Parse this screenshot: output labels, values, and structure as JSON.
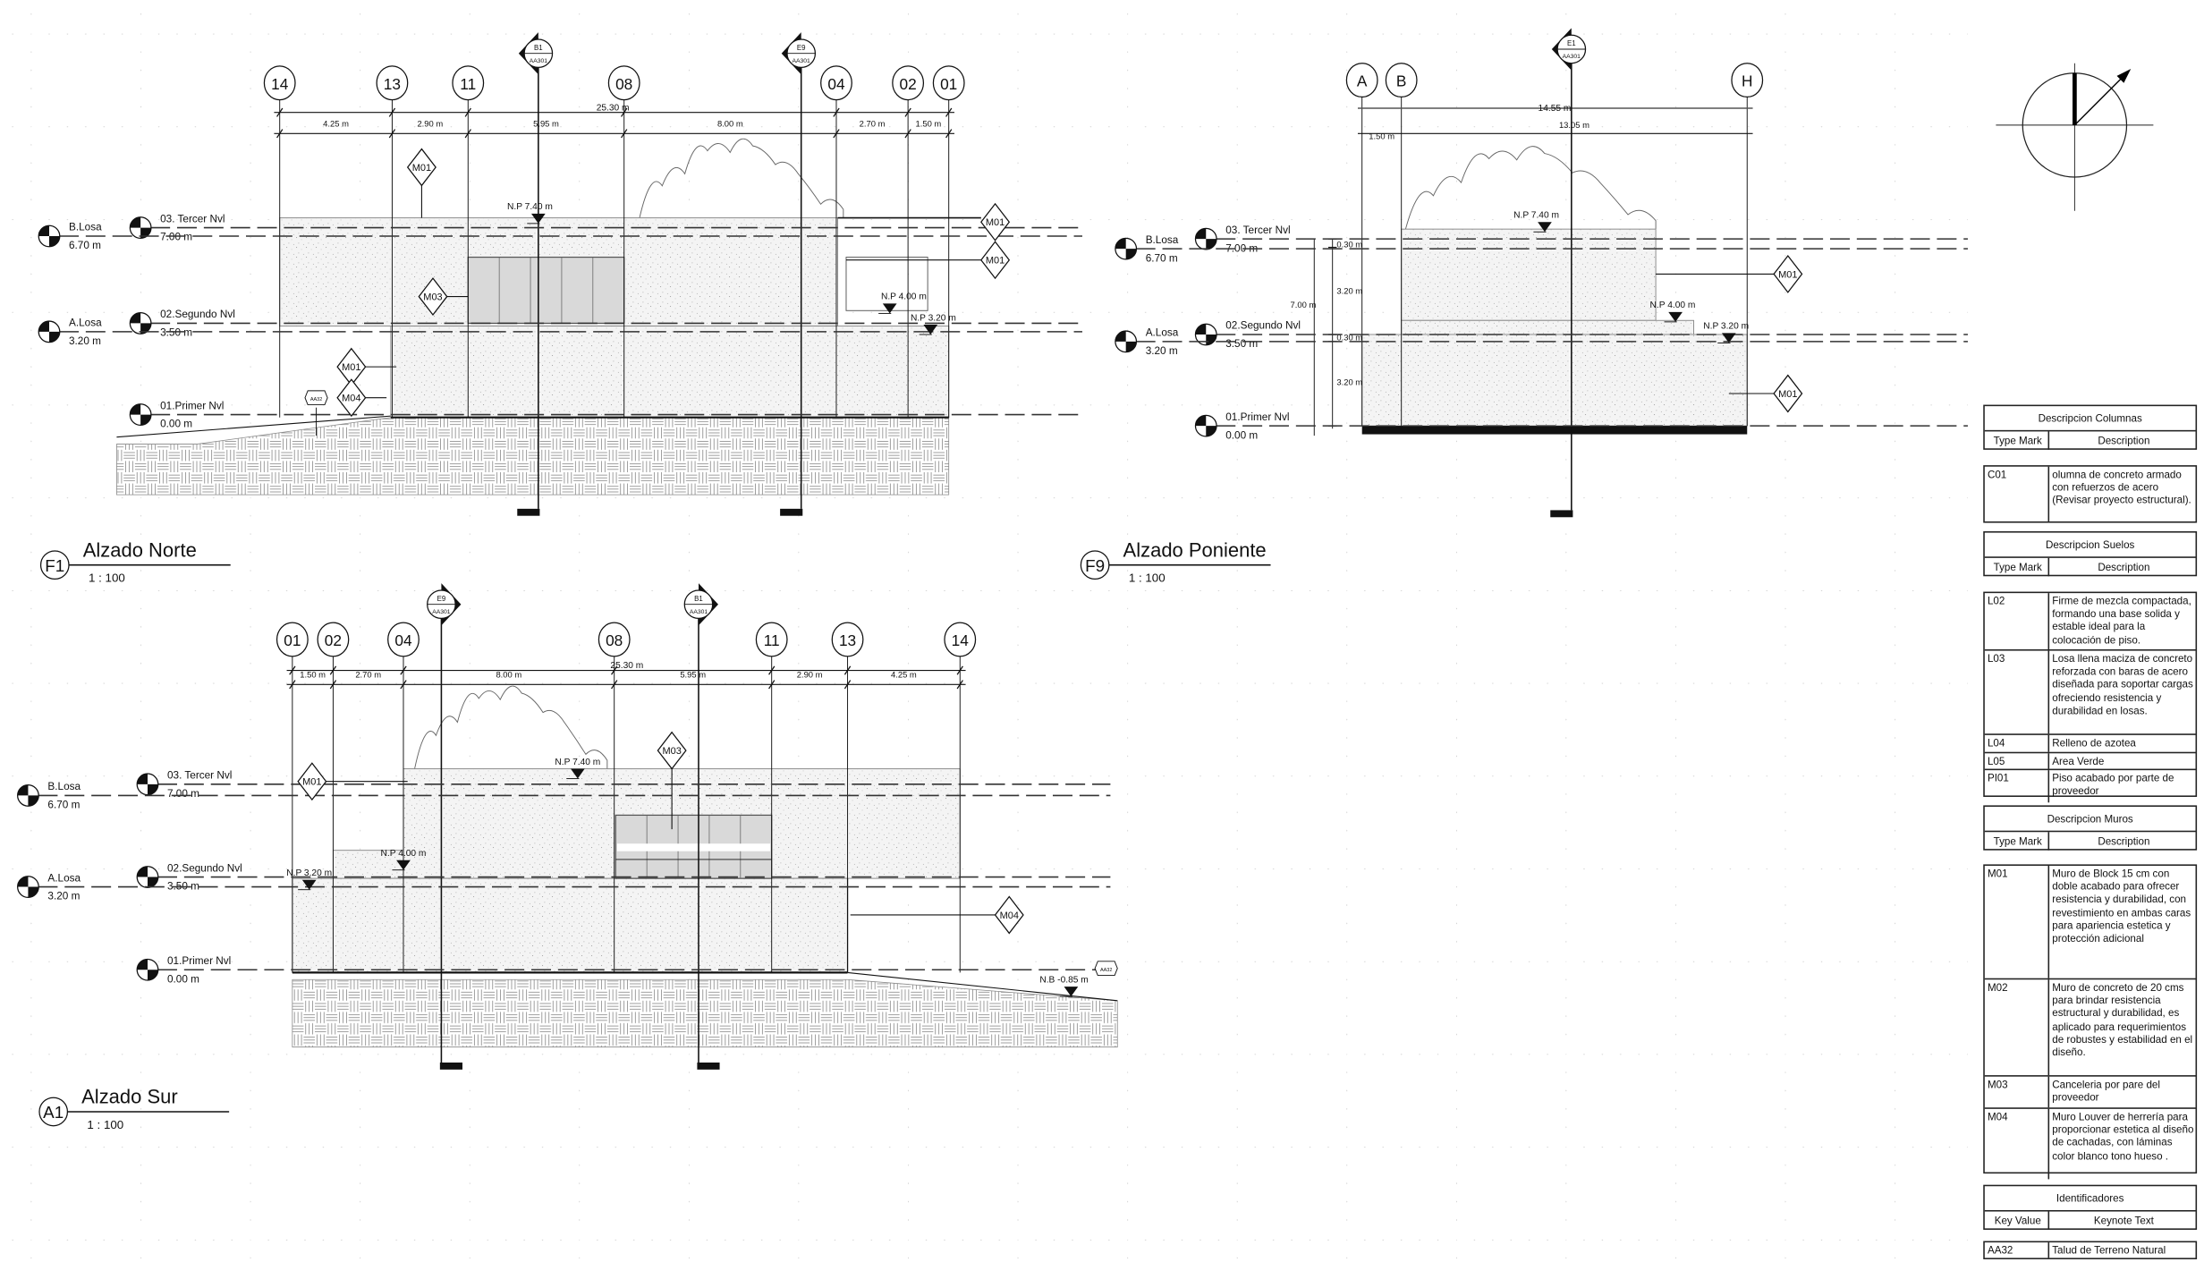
{
  "levels": {
    "tercer": {
      "name": "03. Tercer Nvl",
      "elev": "7.00 m"
    },
    "blosa": {
      "name": "B.Losa",
      "elev": "6.70 m"
    },
    "segundo": {
      "name": "02.Segundo Nvl",
      "elev": "3.50 m"
    },
    "alosa": {
      "name": "A.Losa",
      "elev": "3.20 m"
    },
    "primer": {
      "name": "01.Primer Nvl",
      "elev": "0.00 m"
    }
  },
  "norte": {
    "tag": "F1",
    "title": "Alzado Norte",
    "scale": "1 : 100",
    "grids": [
      "14",
      "13",
      "11",
      "08",
      "04",
      "02",
      "01"
    ],
    "total": "25.30 m",
    "segments": [
      "4.25 m",
      "2.90 m",
      "5.95 m",
      "8.00 m",
      "2.70 m",
      "1.50 m"
    ],
    "sections": [
      {
        "id": "B1",
        "sheet": "AA301"
      },
      {
        "id": "E9",
        "sheet": "AA301"
      }
    ],
    "np": [
      "N.P 7.40 m",
      "N.P 4.00 m",
      "N.P 3.20 m"
    ],
    "tags": [
      "M01",
      "M03",
      "M01",
      "M04",
      "M01",
      "M01"
    ],
    "keynote": "AA32"
  },
  "poniente": {
    "tag": "F9",
    "title": "Alzado Poniente",
    "scale": "1 : 100",
    "grids": [
      "A",
      "B",
      "H"
    ],
    "total": "14.55 m",
    "segments": [
      "1.50 m",
      "13.05 m"
    ],
    "vertical": [
      "0.30 m",
      "3.20 m",
      "0.30 m",
      "3.20 m",
      "7.00 m"
    ],
    "sections": [
      {
        "id": "E1",
        "sheet": "AA301"
      }
    ],
    "np": [
      "N.P 7.40 m",
      "N.P 4.00 m",
      "N.P 3.20 m"
    ],
    "tags": [
      "M01",
      "M01"
    ]
  },
  "sur": {
    "tag": "A1",
    "title": "Alzado Sur",
    "scale": "1 : 100",
    "grids": [
      "01",
      "02",
      "04",
      "08",
      "11",
      "13",
      "14"
    ],
    "total": "25.30 m",
    "segments": [
      "1.50 m",
      "2.70 m",
      "8.00 m",
      "5.95 m",
      "2.90 m",
      "4.25 m"
    ],
    "sections": [
      {
        "id": "E9",
        "sheet": "AA301"
      },
      {
        "id": "B1",
        "sheet": "AA301"
      }
    ],
    "np": [
      "N.P 7.40 m",
      "N.P 4.00 m",
      "N.P 3.20 m",
      "N.B -0.85 m"
    ],
    "tags": [
      "M01",
      "M03",
      "M04"
    ],
    "keynote": "AA32"
  },
  "schedules": {
    "columnas": {
      "title": "Descripcion Columnas",
      "col1": "Type Mark",
      "col2": "Description",
      "rows": [
        {
          "mark": "C01",
          "desc": "olumna de concreto armado con refuerzos de acero (Revisar proyecto estructural)."
        }
      ]
    },
    "suelos": {
      "title": "Descripcion Suelos",
      "col1": "Type Mark",
      "col2": "Description",
      "rows": [
        {
          "mark": "L02",
          "desc": "Firme de mezcla compactada, formando una base solida y estable ideal para la colocación de piso."
        },
        {
          "mark": "L03",
          "desc": "Losa llena maciza de concreto reforzada con baras de acero diseñada para soportar cargas ofreciendo resistencia y durabilidad en losas."
        },
        {
          "mark": "L04",
          "desc": "Relleno de azotea"
        },
        {
          "mark": "L05",
          "desc": "Area Verde"
        },
        {
          "mark": "PI01",
          "desc": "Piso acabado por parte de proveedor"
        }
      ]
    },
    "muros": {
      "title": "Descripcion Muros",
      "col1": "Type Mark",
      "col2": "Description",
      "rows": [
        {
          "mark": "M01",
          "desc": "Muro de Block 15 cm con doble acabado para ofrecer resistencia y durabilidad, con revestimiento en ambas caras para apariencia estetica y protección adicional"
        },
        {
          "mark": "M02",
          "desc": "Muro de concreto de 20 cms para brindar resistencia estructural y durabilidad, es aplicado para requerimientos de robustes y estabilidad en el diseño."
        },
        {
          "mark": "M03",
          "desc": "Canceleria por pare del proveedor"
        },
        {
          "mark": "M04",
          "desc": "Muro Louver de herrería para proporcionar estetica al diseño de cachadas, con láminas color blanco tono hueso ."
        }
      ]
    },
    "identificadores": {
      "title": "Identificadores",
      "col1": "Key Value",
      "col2": "Keynote Text",
      "rows": [
        {
          "mark": "AA32",
          "desc": "Talud de Terreno Natural"
        }
      ]
    }
  },
  "colors": {
    "line": "#111111",
    "hatch_fill": "#f3f3f3",
    "glass": "#d9d9d9"
  }
}
